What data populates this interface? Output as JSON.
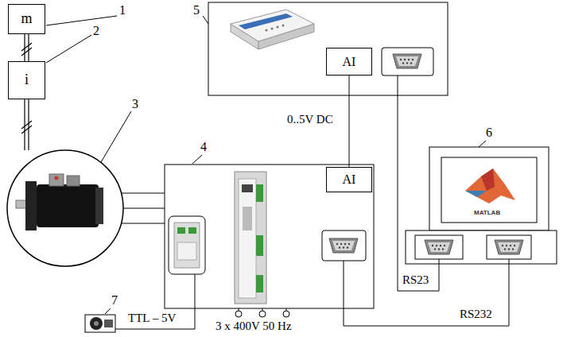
{
  "diagram": {
    "nodes": [
      {
        "text": [
          "m"
        ]
      },
      {
        "text": [
          "i"
        ]
      },
      {
        "text": [
          "AI"
        ]
      },
      {
        "text": [
          "AI"
        ]
      }
    ],
    "edges": [
      {
        "from": 0,
        "to": 1,
        "arrow": "none"
      },
      {
        "from": 2,
        "to": 3,
        "arrow": "none",
        "label": "0..5V DC"
      }
    ],
    "labels": [
      "1",
      "2",
      "3",
      "4",
      "5",
      "6",
      "7",
      "MATLAB",
      "3 x 400V 50 Hz",
      "TTL – 5V",
      "RS23",
      "RS232"
    ]
  }
}
